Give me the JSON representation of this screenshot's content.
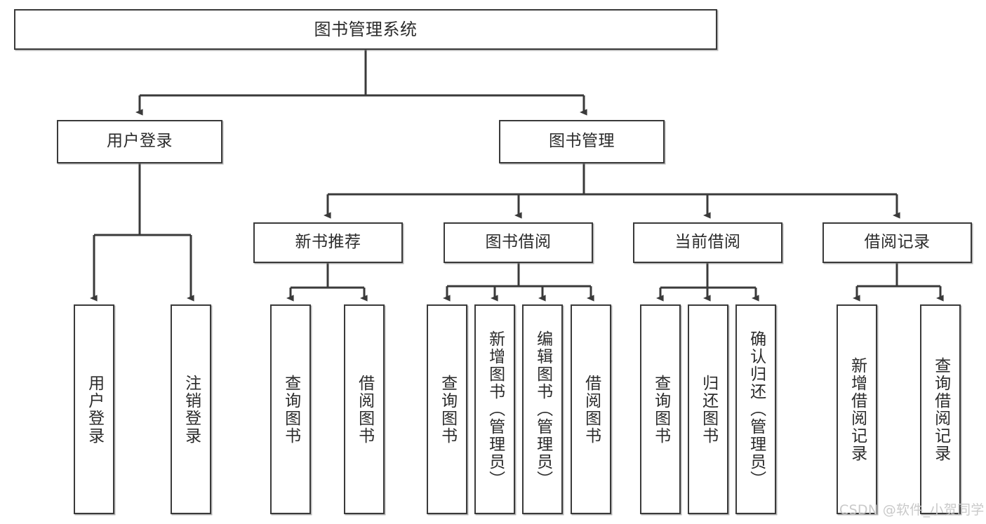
{
  "diagram": {
    "title": "图书管理系统",
    "type": "tree-hierarchy-diagram",
    "root": {
      "label": "图书管理系统"
    },
    "level2": [
      {
        "label": "用户登录"
      },
      {
        "label": "图书管理"
      }
    ],
    "level3": [
      {
        "label": "新书推荐"
      },
      {
        "label": "图书借阅"
      },
      {
        "label": "当前借阅"
      },
      {
        "label": "借阅记录"
      }
    ],
    "leaves": {
      "user_login": [
        {
          "label": "用户登录"
        },
        {
          "label": "注销登录"
        }
      ],
      "new_book_recommend": [
        {
          "label": "查询图书"
        },
        {
          "label": "借阅图书"
        }
      ],
      "book_borrow": [
        {
          "label": "查询图书"
        },
        {
          "label": "新增图书（管理员）"
        },
        {
          "label": "编辑图书（管理员）"
        },
        {
          "label": "借阅图书"
        }
      ],
      "current_borrow": [
        {
          "label": "查询图书"
        },
        {
          "label": "归还图书"
        },
        {
          "label": "确认归还（管理员）"
        }
      ],
      "borrow_record": [
        {
          "label": "新增借阅记录"
        },
        {
          "label": "查询借阅记录"
        }
      ]
    }
  },
  "watermark": {
    "text": "CSDN @软件_小贺同学"
  },
  "colors": {
    "border": "#3a3a3a",
    "text": "#2b2b2b",
    "background": "#ffffff",
    "watermark": "#c9c9c9"
  }
}
